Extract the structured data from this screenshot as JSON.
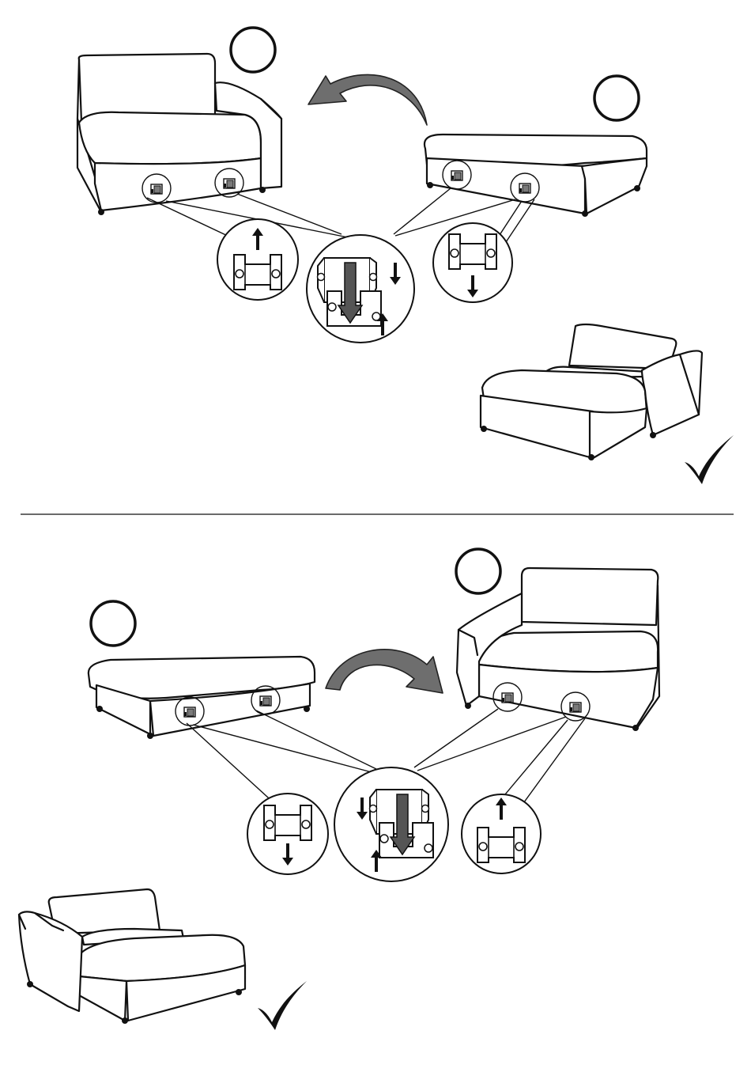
{
  "page": {
    "background": "#ffffff",
    "line_color": "#111111",
    "arrow_color": "#6e6e6e"
  },
  "panels": [
    {
      "id": "top",
      "steps": [
        "blank-circle",
        "blank-circle"
      ],
      "direction": "arrow-left",
      "connector": "interlocking-bracket",
      "result": "check-icon"
    },
    {
      "id": "bottom",
      "steps": [
        "blank-circle",
        "blank-circle"
      ],
      "direction": "arrow-right",
      "connector": "interlocking-bracket",
      "result": "check-icon"
    }
  ]
}
